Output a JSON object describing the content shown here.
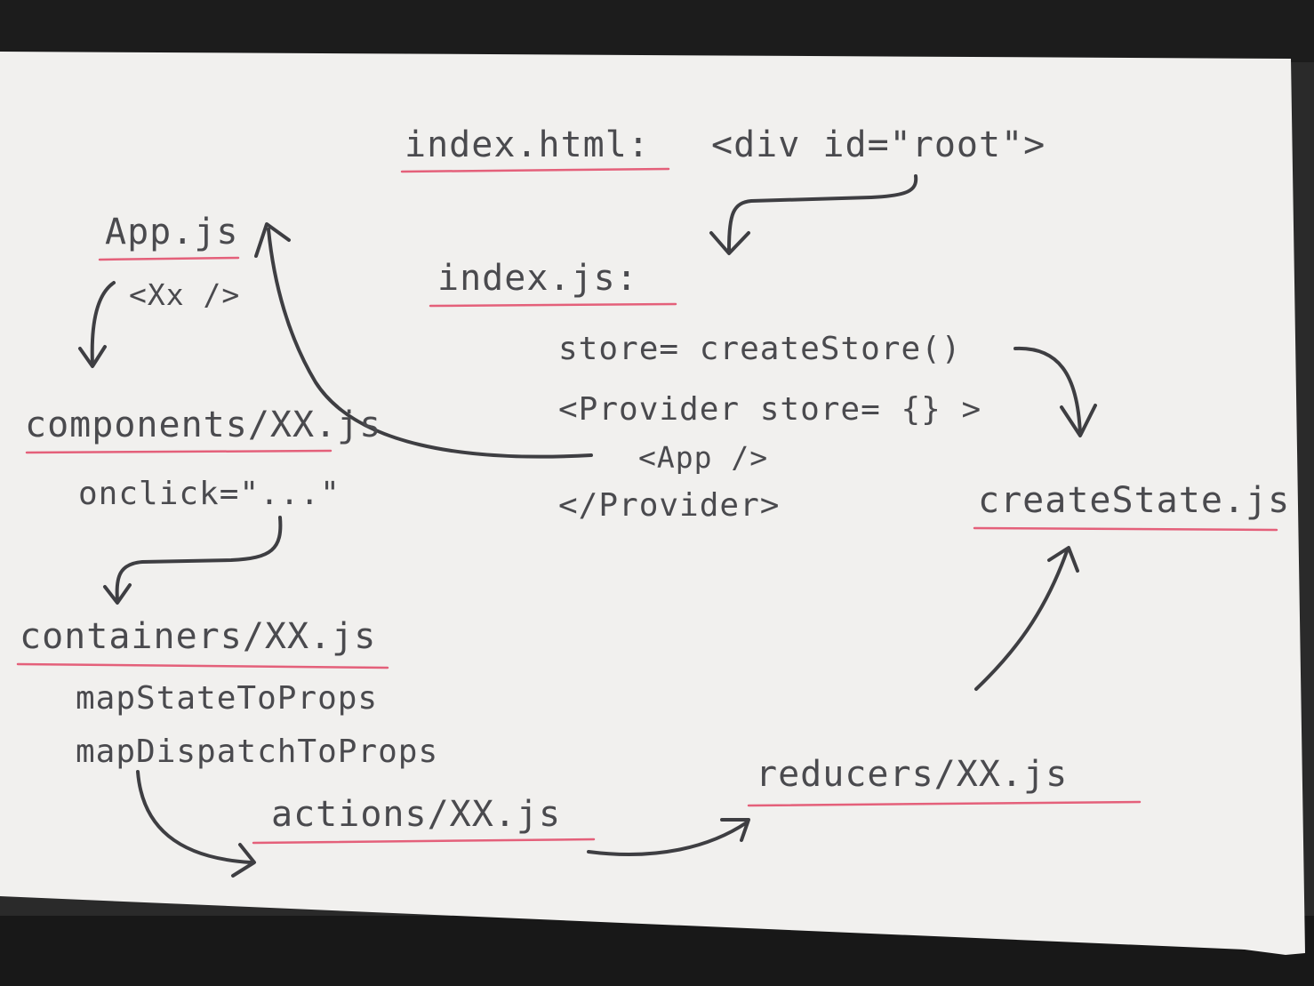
{
  "nodes": {
    "index_html": {
      "file": "index.html:",
      "code": "<div id=\"root\">"
    },
    "index_js": {
      "file": "index.js:",
      "lines": [
        "store= createStore()",
        "<Provider store= {} >",
        "<App />",
        "</Provider>"
      ]
    },
    "app_js": {
      "file": "App.js",
      "code": "<Xx />"
    },
    "components": {
      "file": "components/XX.js",
      "code": "onclick=\"...\""
    },
    "containers": {
      "file": "containers/XX.js",
      "lines": [
        "mapStateToProps",
        "mapDispatchToProps"
      ]
    },
    "actions": {
      "file": "actions/XX.js"
    },
    "reducers": {
      "file": "reducers/XX.js"
    },
    "create_state": {
      "file": "createState.js"
    }
  },
  "colors": {
    "paper": "#f1f0ee",
    "ink": "#4a4a4e",
    "underline": "#e4607a"
  }
}
